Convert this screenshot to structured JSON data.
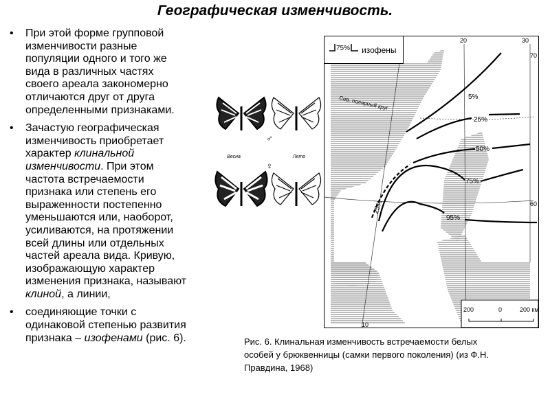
{
  "title": "Географическая изменчивость.",
  "bullets": [
    {
      "segments": [
        {
          "text": "При этой форме групповой\nизменчивости разные\nпопуляции одного и того же\nвида в различных частях\nсвоего ареала закономерно\nотличаются друг от друга\nопределенными признаками."
        }
      ]
    },
    {
      "segments": [
        {
          "text": "Зачастую географическая\nизменчивость приобретает\nхарактер "
        },
        {
          "text": "клинальной\nизменчивости",
          "italic": true
        },
        {
          "text": ". При этом\nчастота встречаемости\nпризнака или степень его\nвыраженности постепенно\nуменьшаются или, наоборот,\nусиливаются, на протяжении\nвсей длины или отдельных\nчастей ареала вида. Кривую,\nизображающую характер\nизменения признака, называют\n"
        },
        {
          "text": "клиной",
          "italic": true
        },
        {
          "text": ", а линии,"
        }
      ]
    },
    {
      "segments": [
        {
          "text": "соединяющие точки с\nодинаковой степенью развития\nпризнака – "
        },
        {
          "text": "изофенами",
          "italic": true
        },
        {
          "text": " (рис. 6)."
        }
      ]
    }
  ],
  "figure": {
    "butterflies": {
      "spring": "Весна",
      "summer": "Лето",
      "male": "♂",
      "female": "♀"
    },
    "map": {
      "legend_value": "75%",
      "legend_label": "изофены",
      "arctic_circle": "Сев. полярный круг",
      "longitudes": [
        "10",
        "20",
        "30"
      ],
      "latitudes": [
        "60",
        "70"
      ],
      "isophenes": [
        "5%",
        "25%",
        "50%",
        "75%",
        "95%",
        "25%"
      ],
      "scale": [
        "200",
        "0",
        "200 км"
      ]
    },
    "caption": "Рис. 6. Клинальная изменчивость встречаемости белых\nособей у брюквенницы (самки первого поколения) (из Ф.Н.\nПравдина, 1968)"
  }
}
